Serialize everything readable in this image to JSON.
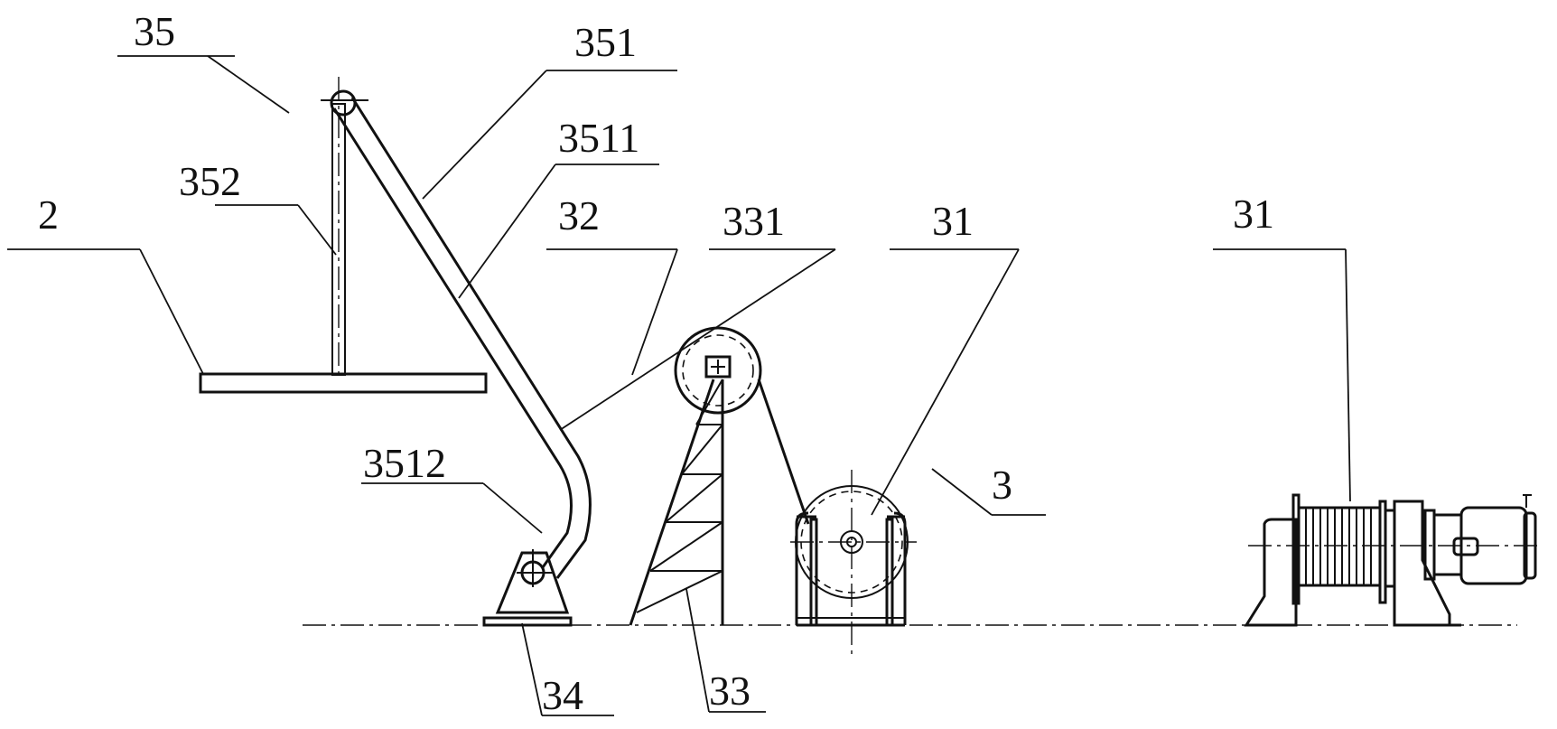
{
  "labels": {
    "l35": "35",
    "l351": "351",
    "l3511": "3511",
    "l352": "352",
    "l2": "2",
    "l32": "32",
    "l331": "331",
    "l31a": "31",
    "l31b": "31",
    "l3": "3",
    "l3512": "3512",
    "l34": "34",
    "l33": "33"
  }
}
